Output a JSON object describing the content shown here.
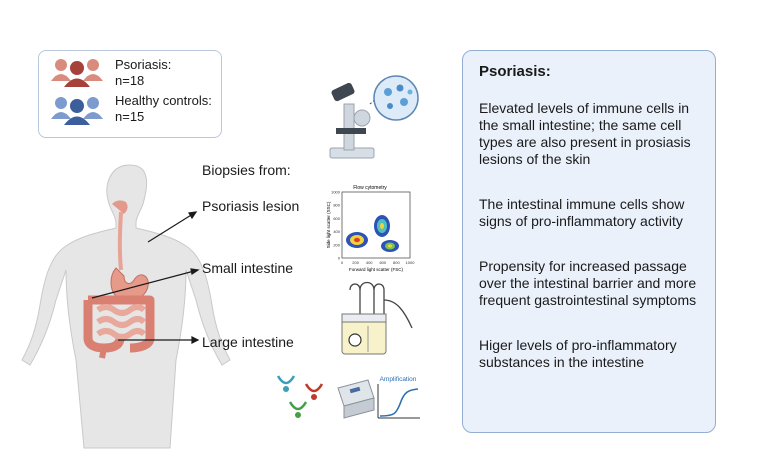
{
  "legend": {
    "psoriasis_label": "Psoriasis:",
    "psoriasis_n": "n=18",
    "controls_label": "Healthy controls:",
    "controls_n": "n=15"
  },
  "biopsies": {
    "heading": "Biopsies from:",
    "sites": [
      "Psoriasis lesion",
      "Small intestine",
      "Large intestine"
    ]
  },
  "flow_chart": {
    "title": "Flow cytometry",
    "xlabel": "Forward light scatter (FSC)",
    "ylabel": "Side light scatter (SSC)",
    "x_ticks": [
      "0",
      "200",
      "400",
      "600",
      "800",
      "1000"
    ],
    "y_ticks": [
      "0",
      "200",
      "400",
      "600",
      "800",
      "1000"
    ]
  },
  "amplification_label": "Amplification",
  "findings": {
    "title": "Psoriasis:",
    "items": [
      "Elevated levels of immune cells in the small intestine; the same cell types are also present in prosiasis lesions of the skin",
      "The intestinal immune cells show signs of pro-inflammatory activity",
      "Propensity for increased passage over the intestinal barrier and more frequent gastrointestinal symptoms",
      "Higer levels of pro-inflammatory substances in the intestine"
    ]
  },
  "colors": {
    "psoriasis": "#a5433a",
    "controls": "#3c5e9c",
    "box_fill": "#eaf1fb",
    "box_border": "#93aed3"
  }
}
